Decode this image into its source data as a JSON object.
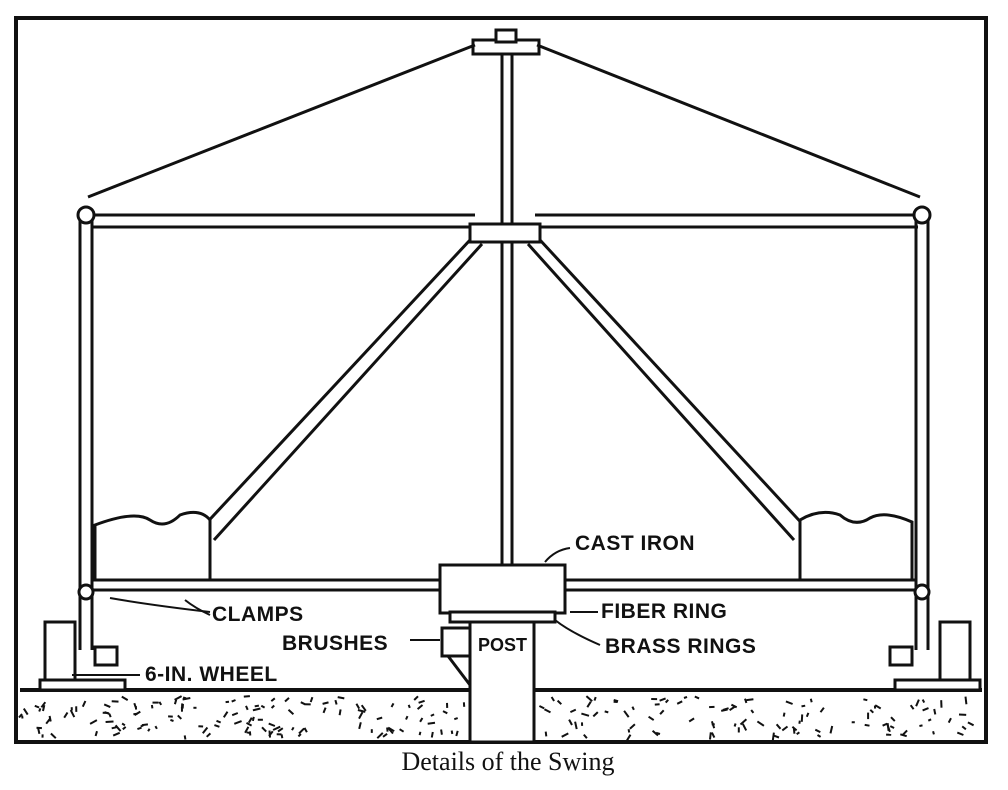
{
  "caption": "Details of the Swing",
  "labels": {
    "cast_iron": "CAST IRON",
    "clamps": "CLAMPS",
    "fiber_ring": "FIBER RING",
    "brushes": "BRUSHES",
    "post": "POST",
    "brass_rings": "BRASS RINGS",
    "wheel": "6-IN. WHEEL"
  },
  "colors": {
    "ink": "#111111",
    "paper": "#ffffff"
  }
}
